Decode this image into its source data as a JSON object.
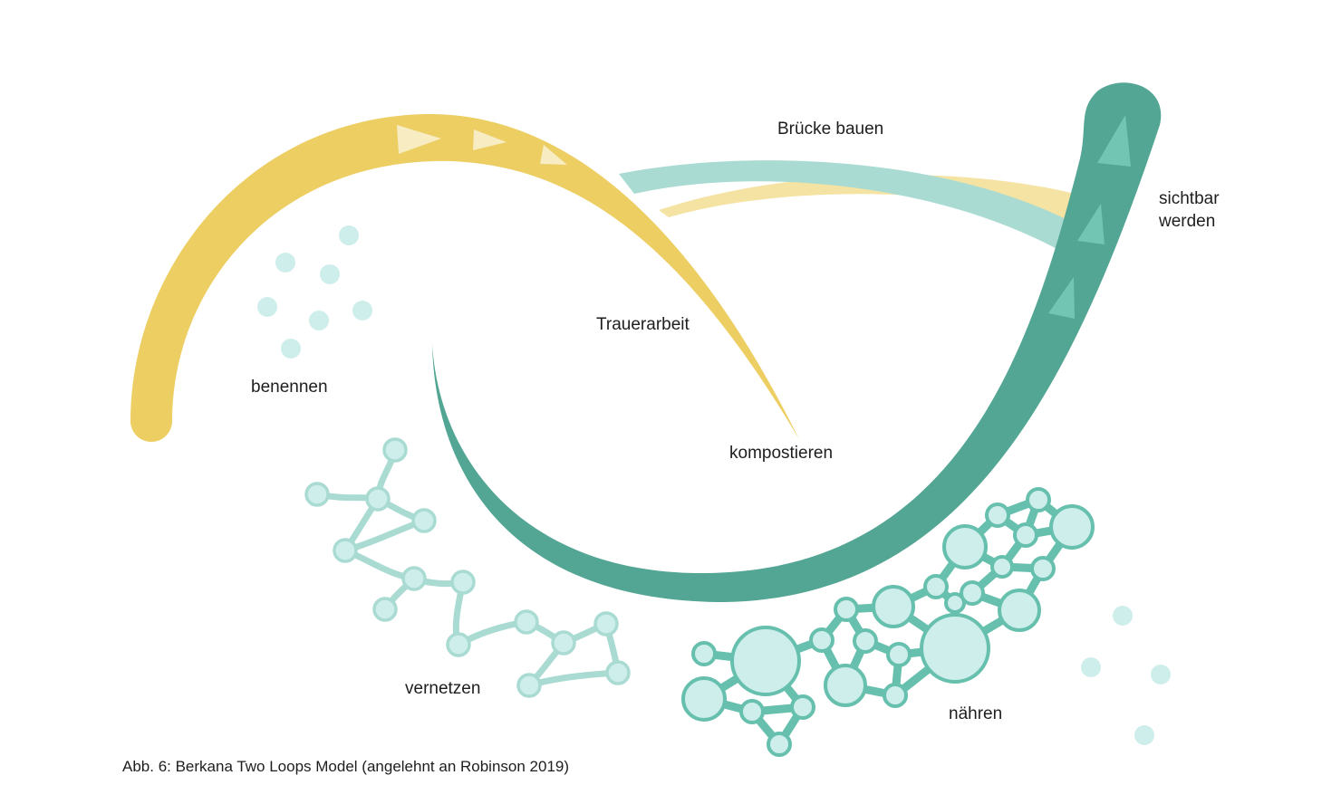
{
  "labels": {
    "bruecke": "Brücke bauen",
    "sichtbar_line1": "sichtbar",
    "sichtbar_line2": "werden",
    "trauerarbeit": "Trauerarbeit",
    "benennen": "benennen",
    "kompostieren": "kompostieren",
    "vernetzen": "vernetzen",
    "naehren": "nähren"
  },
  "caption": "Abb. 6: Berkana Two Loops Model (angelehnt an Robinson 2019)",
  "colors": {
    "yellow": "#ecce62",
    "yellow_light": "#f4e3a3",
    "green": "#53a694",
    "mint": "#a9dbd2",
    "mint_fill": "#cdeeea",
    "mint_stroke": "#9fd6cc",
    "green_stroke": "#66c0ad",
    "arrow_light": "#f7ecc2",
    "arrow_green": "#72c4b3"
  },
  "icons": {
    "yellow_arrow": "triangle-right",
    "green_arrow": "triangle-up"
  }
}
